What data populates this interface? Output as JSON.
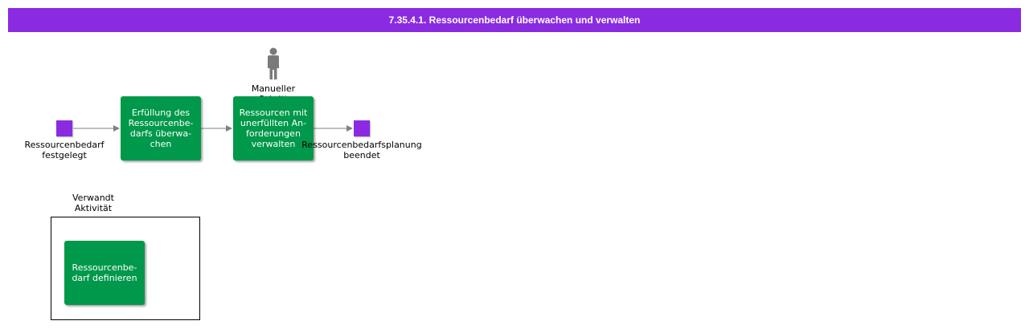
{
  "header": {
    "title": "7.35.4.1. Ressourcenbedarf überwachen und verwalten"
  },
  "start_event": {
    "label": "Ressourcenbedarf\nfestgelegt"
  },
  "task_monitor": {
    "label": "Erfüllung des\nRessourcenbe-\ndarfs überwa-\nchen"
  },
  "task_manage": {
    "label": "Ressourcen mit\nunerfüllten An-\nforderungen\nverwalten"
  },
  "role": {
    "label": "Manueller\nSchritt",
    "icon": "person-icon"
  },
  "end_event": {
    "label": "Ressourcenbedarfsplanung\nbeendet"
  },
  "related": {
    "label": "Verwandt\nAktivität",
    "task_label": "Ressourcenbe-\ndarf definieren"
  },
  "colors": {
    "header": "#8a2be2",
    "event": "#8a2be2",
    "task": "#00984a",
    "connector": "#808080",
    "person": "#7a7a7a"
  }
}
